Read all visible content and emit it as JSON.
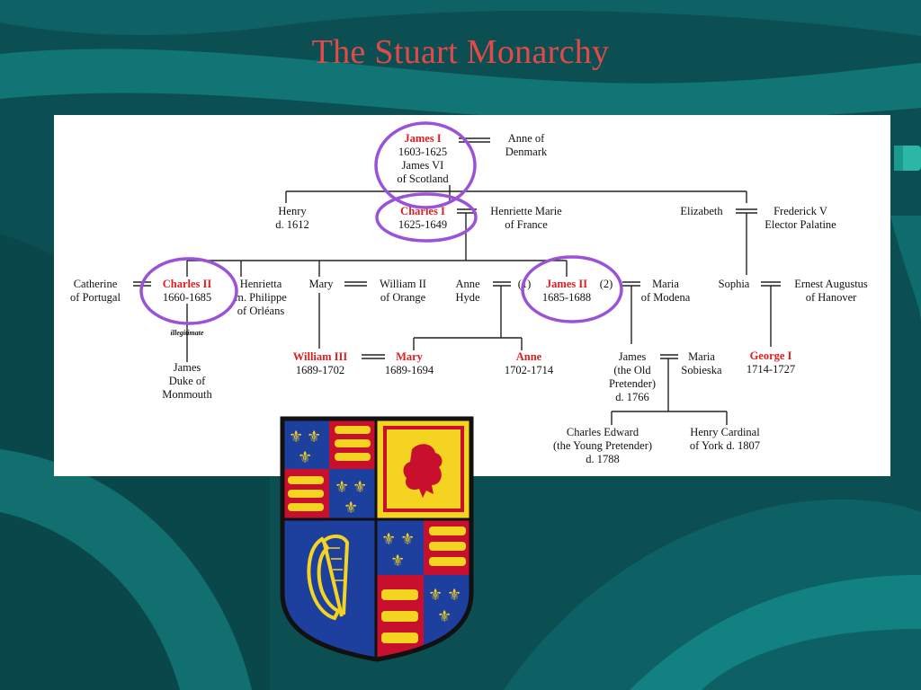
{
  "slide": {
    "title": "The Stuart Monarchy"
  },
  "colors": {
    "monarch_red": "#e01e1e",
    "circle": "#9a52d8",
    "background": "#0b4f52"
  },
  "tree": {
    "james_i": {
      "name": "James I",
      "line1": "1603-1625",
      "line2": "James VI",
      "line3": "of Scotland"
    },
    "anne_denmark": {
      "line1": "Anne of",
      "line2": "Denmark"
    },
    "henry": {
      "line1": "Henry",
      "line2": "d. 1612"
    },
    "charles_i": {
      "name": "Charles I",
      "line1": "1625-1649"
    },
    "henriette": {
      "line1": "Henriette Marie",
      "line2": "of France"
    },
    "elizabeth": {
      "line1": "Elizabeth"
    },
    "frederick": {
      "line1": "Frederick V",
      "line2": "Elector Palatine"
    },
    "catherine": {
      "line1": "Catherine",
      "line2": "of Portugal"
    },
    "charles_ii": {
      "name": "Charles II",
      "line1": "1660-1685"
    },
    "henrietta": {
      "line1": "Henrietta",
      "line2": "m. Philippe",
      "line3": "of Orléans"
    },
    "mary_elder": {
      "line1": "Mary"
    },
    "william_ii": {
      "line1": "William II",
      "line2": "of Orange"
    },
    "anne_hyde": {
      "line1": "Anne",
      "line2": "Hyde",
      "marriage": "(1)"
    },
    "james_ii": {
      "name": "James II",
      "line1": "1685-1688",
      "marriage": "(2)"
    },
    "maria_modena": {
      "line1": "Maria",
      "line2": "of Modena"
    },
    "sophia": {
      "line1": "Sophia"
    },
    "ernest": {
      "line1": "Ernest Augustus",
      "line2": "of Hanover"
    },
    "illegitimate": "illegitimate",
    "monmouth": {
      "line1": "James",
      "line2": "Duke of",
      "line3": "Monmouth"
    },
    "william_iii": {
      "name": "William III",
      "line1": "1689-1702"
    },
    "mary_ii": {
      "name": "Mary",
      "line1": "1689-1694"
    },
    "anne_queen": {
      "name": "Anne",
      "line1": "1702-1714"
    },
    "old_pretender": {
      "line1": "James",
      "line2": "(the Old",
      "line3": "Pretender)",
      "line4": "d. 1766"
    },
    "sobieska": {
      "line1": "Maria",
      "line2": "Sobieska"
    },
    "george_i": {
      "name": "George I",
      "line1": "1714-1727"
    },
    "young_pretender": {
      "line1": "Charles Edward",
      "line2": "(the Young Pretender)",
      "line3": "d. 1788"
    },
    "henry_cardinal": {
      "line1": "Henry Cardinal",
      "line2": "of York d. 1807"
    }
  },
  "coat_of_arms": {
    "icon": "royal-stuart-coat-of-arms"
  }
}
